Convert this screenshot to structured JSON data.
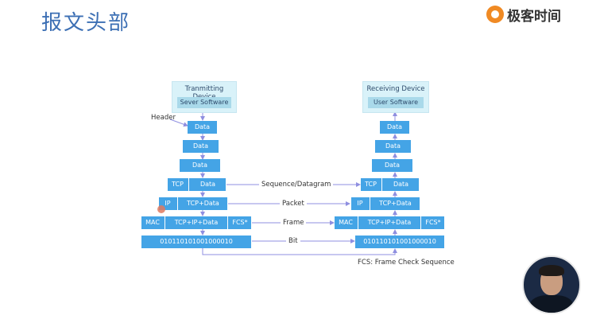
{
  "title": "报文头部",
  "brand": {
    "name": "极客时间"
  },
  "sender": {
    "title": "Tranmitting Device",
    "app": "Sever Software"
  },
  "receiver": {
    "title": "Receiving Device",
    "app": "User Software"
  },
  "header_label": "Header",
  "layers": {
    "data": "Data",
    "tcp": "TCP",
    "ip": "IP",
    "tcp_data": "TCP+Data",
    "mac": "MAC",
    "tcp_ip_data": "TCP+IP+Data",
    "fcs": "FCS*",
    "bits": "010110101001000010"
  },
  "links": {
    "segment": "Sequence/Datagram",
    "packet": "Packet",
    "frame": "Frame",
    "bit": "Bit"
  },
  "footnote": "FCS: Frame Check Sequence",
  "colors": {
    "box": "#44a4e6",
    "device_bg": "#d9f2f9",
    "arrow": "#8f8fe0",
    "title": "#3c6fb4"
  }
}
